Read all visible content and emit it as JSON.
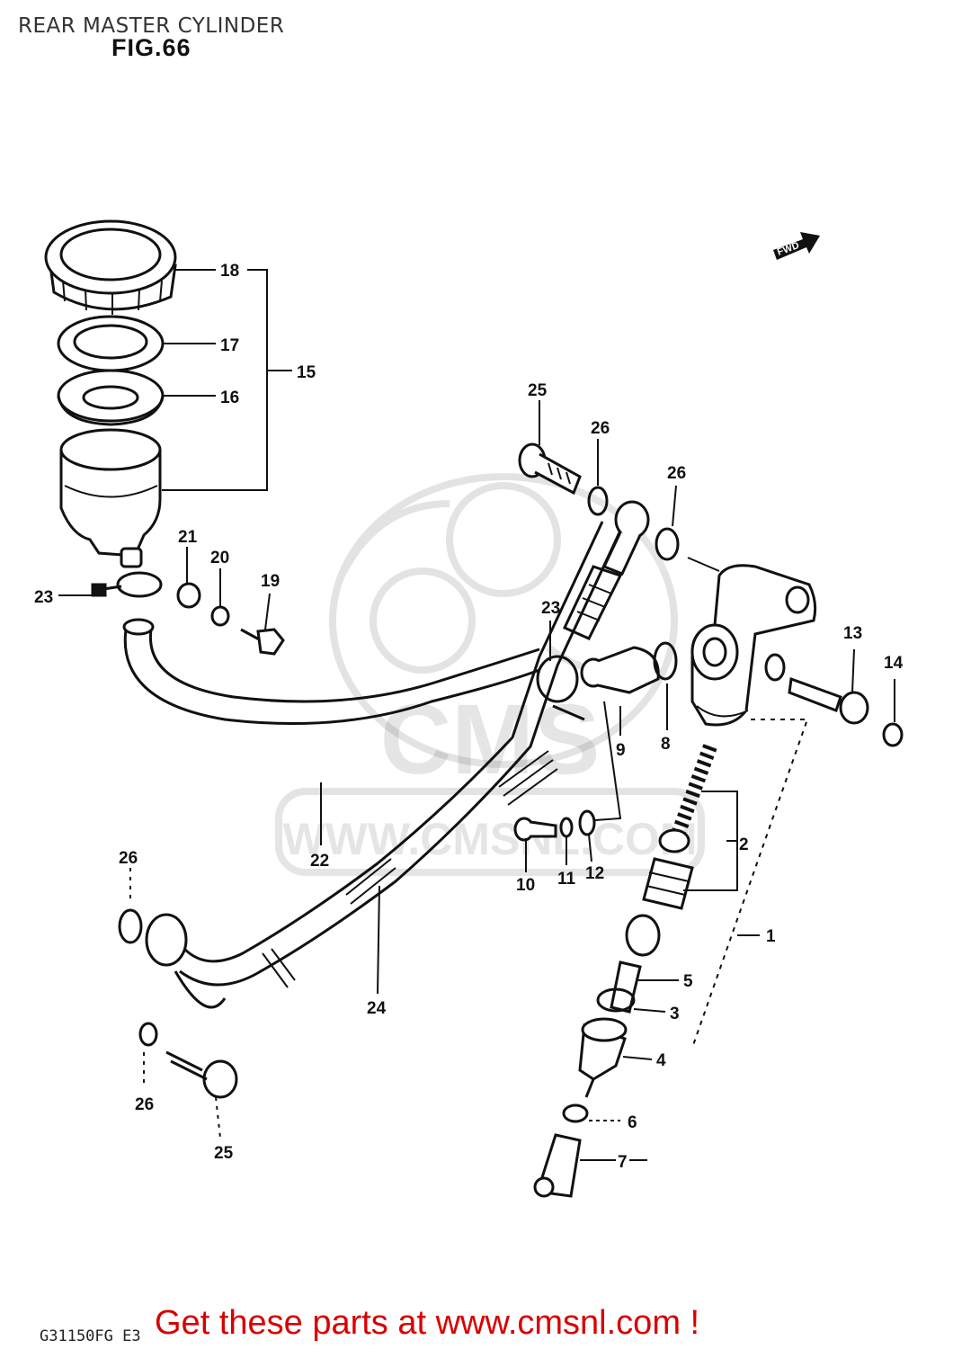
{
  "header": {
    "title": "REAR MASTER CYLINDER",
    "figure": "FIG.66"
  },
  "direction_badge": "FWD",
  "watermark": {
    "logo_text": "CMS",
    "url_text": "WWW.CMSNL.COM"
  },
  "callouts": {
    "p1": "1",
    "p2": "2",
    "p3": "3",
    "p4": "4",
    "p5": "5",
    "p6": "6",
    "p7": "7",
    "p8": "8",
    "p9": "9",
    "p10": "10",
    "p11": "11",
    "p12": "12",
    "p13": "13",
    "p14": "14",
    "p15": "15",
    "p16": "16",
    "p17": "17",
    "p18": "18",
    "p19": "19",
    "p20": "20",
    "p21": "21",
    "p22": "22",
    "p23a": "23",
    "p23b": "23",
    "p24": "24",
    "p25a": "25",
    "p25b": "25",
    "p26a": "26",
    "p26b": "26",
    "p26c": "26",
    "p26d": "26"
  },
  "footer": {
    "code": "G31150FG E3",
    "cta": "Get these parts at www.cmsnl.com !"
  }
}
